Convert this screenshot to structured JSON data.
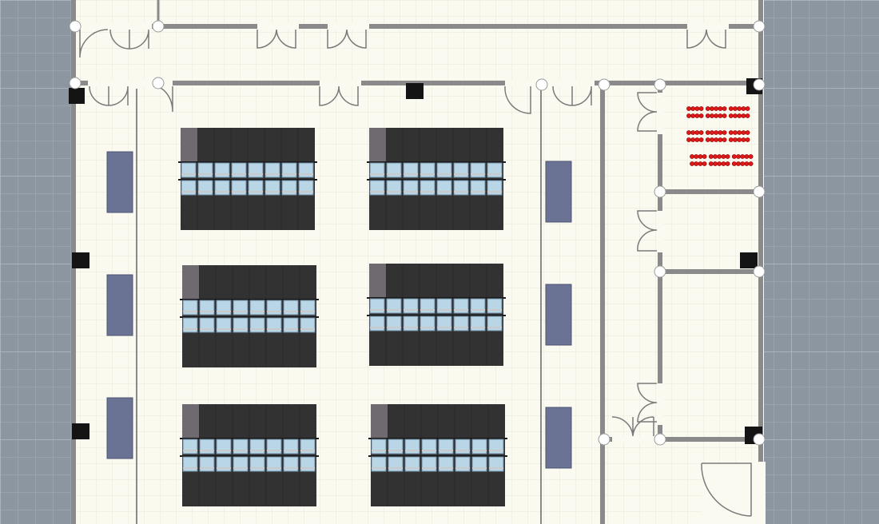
{
  "app": {
    "screen": "floor-plan-editor",
    "view": "2d-top-view"
  },
  "colors": {
    "workspace_bg": "#8c96a0",
    "workspace_grid": "#a8b0b8",
    "floor": "#fbfaf1",
    "floor_grid": "#e8e8dc",
    "wall": "#8a8a8a",
    "wall_node": "#ffffff",
    "column": "#141414",
    "door_line": "#7a7a7a",
    "rack_body": "#323232",
    "rack_panel": "#3a3a3a",
    "rack_end_cap": "#6f6a70",
    "rack_slot": "#b8d6e6",
    "rack_slot_border": "#6b88a0",
    "crac_unit": "#6a7394",
    "seat_red": "#e01818"
  },
  "objects": {
    "icons": [
      "wall-node-icon",
      "door-swing-icon",
      "column-icon",
      "rack-icon",
      "crac-unit-icon",
      "chair-icon"
    ],
    "server_rack_rows": [
      {
        "id": "rack-row-1",
        "slots": 8
      },
      {
        "id": "rack-row-2",
        "slots": 8
      },
      {
        "id": "rack-row-3",
        "slots": 8
      },
      {
        "id": "rack-row-4",
        "slots": 8
      },
      {
        "id": "rack-row-5",
        "slots": 8
      },
      {
        "id": "rack-row-6",
        "slots": 8
      }
    ],
    "crac_units": 6,
    "seating_rows": 3
  }
}
